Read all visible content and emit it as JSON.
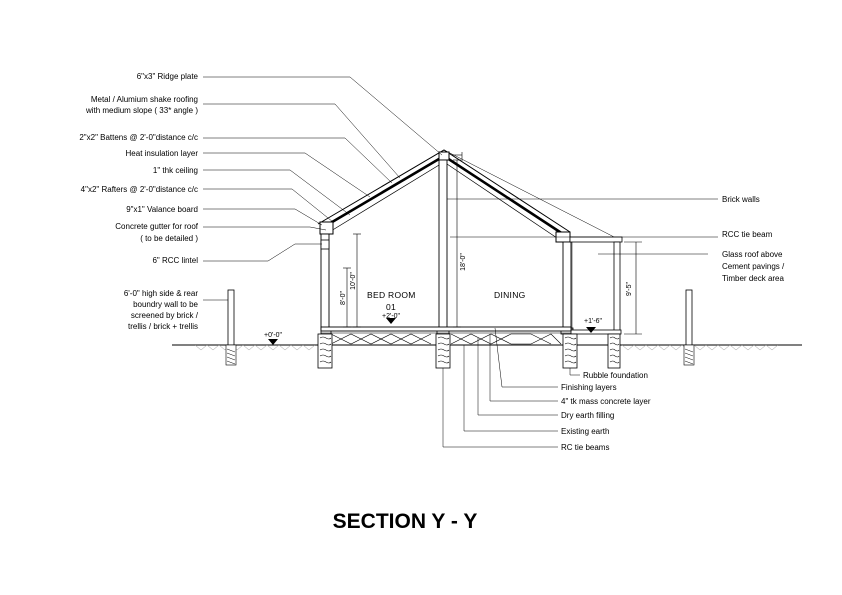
{
  "title": "SECTION  Y - Y",
  "labels_left": [
    {
      "id": "ridge-plate",
      "lines": [
        "6\"x3\" Ridge plate"
      ]
    },
    {
      "id": "roofing",
      "lines": [
        "Metal / Alumium shake roofing",
        "with medium slope ( 33* angle )"
      ]
    },
    {
      "id": "battens",
      "lines": [
        "2\"x2\" Battens @ 2'-0\"distance c/c"
      ]
    },
    {
      "id": "insulation",
      "lines": [
        "Heat insulation layer"
      ]
    },
    {
      "id": "ceiling",
      "lines": [
        "1\" thk ceiling"
      ]
    },
    {
      "id": "rafters",
      "lines": [
        "4\"x2\" Rafters @ 2'-0\"distance c/c"
      ]
    },
    {
      "id": "valance",
      "lines": [
        "9\"x1\" Valance board"
      ]
    },
    {
      "id": "gutter",
      "lines": [
        "Concrete gutter for roof",
        "( to be detailed )"
      ]
    },
    {
      "id": "lintel",
      "lines": [
        "6\" RCC lintel"
      ]
    },
    {
      "id": "boundary-wall",
      "lines": [
        "6'-0\" high side & rear",
        "boundry wall to be",
        "screened by brick /",
        "trellis / brick + trellis"
      ]
    }
  ],
  "labels_right": [
    {
      "id": "brick-walls",
      "lines": [
        "Brick walls"
      ]
    },
    {
      "id": "tie-beam",
      "lines": [
        "RCC tie beam"
      ]
    },
    {
      "id": "glass-roof",
      "lines": [
        "Glass roof above",
        "Cement pavings /",
        "Timber deck area"
      ]
    }
  ],
  "labels_bottom": [
    {
      "id": "rubble",
      "lines": [
        "Rubble foundation"
      ]
    },
    {
      "id": "finishing",
      "lines": [
        "Finishing layers"
      ]
    },
    {
      "id": "mass-concrete",
      "lines": [
        "4\" tk mass concrete layer"
      ]
    },
    {
      "id": "dry-earth",
      "lines": [
        "Dry earth filling"
      ]
    },
    {
      "id": "existing-earth",
      "lines": [
        "Existing earth"
      ]
    },
    {
      "id": "rc-tie-beams",
      "lines": [
        "RC tie beams"
      ]
    }
  ],
  "rooms": {
    "bedroom": "BED ROOM",
    "bedroom_no": "01",
    "dining": "DINING"
  },
  "dimensions": {
    "ceiling_height": "8'-0\"",
    "wall_height": "10'-0\"",
    "ridge_height": "18'-0\"",
    "glass_roof_height": "9'-5\""
  },
  "levels": {
    "ground": "+0'-0\"",
    "floor": "+2'-0\"",
    "deck": "+1'-6\""
  }
}
